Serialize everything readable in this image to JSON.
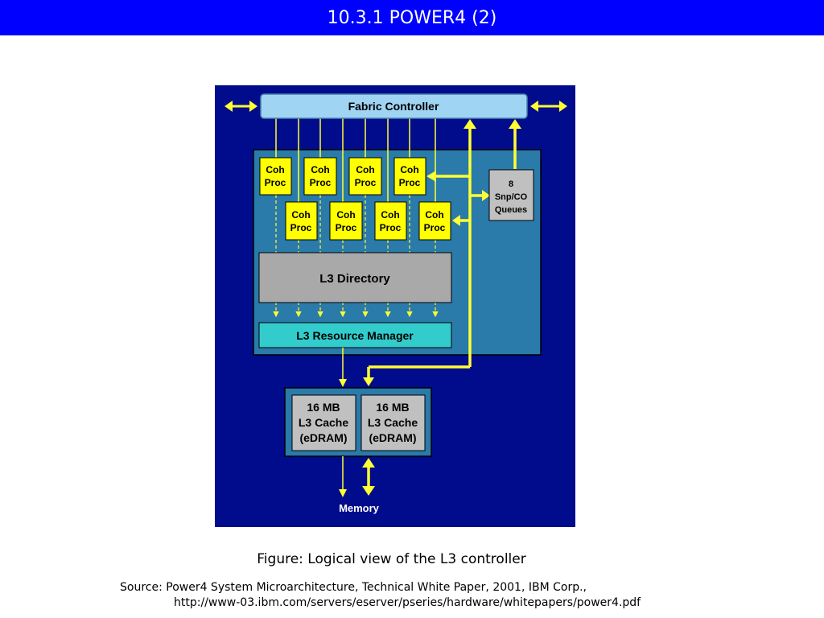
{
  "title": "10.3.1 POWER4 (2)",
  "diagram": {
    "fabric_controller": "Fabric Controller",
    "coh_proc_line1": "Coh",
    "coh_proc_line2": "Proc",
    "snp_queue": {
      "line1": "8",
      "line2": "Snp/CO",
      "line3": "Queues"
    },
    "l3_directory": "L3 Directory",
    "l3_resource_manager": "L3 Resource Manager",
    "l3_cache": {
      "line1": "16 MB",
      "line2": "L3 Cache",
      "line3": "(eDRAM)"
    },
    "memory": "Memory",
    "colors": {
      "background": "#000c8c",
      "inner_panel": "#2a7aaa",
      "fabric": "#9fd4f3",
      "coh_proc": "#ffff00",
      "directory": "#a9a9a9",
      "resource_manager": "#33cccc",
      "queue_box": "#c0c0c0",
      "arrow": "#ffff33"
    }
  },
  "caption": "Figure: Logical view of the L3 controller",
  "source": {
    "line1": "Source: Power4 System Microarchitecture, Technical White Paper, 2001, IBM Corp.,",
    "line2": "http://www-03.ibm.com/servers/eserver/pseries/hardware/whitepapers/power4.pdf"
  }
}
